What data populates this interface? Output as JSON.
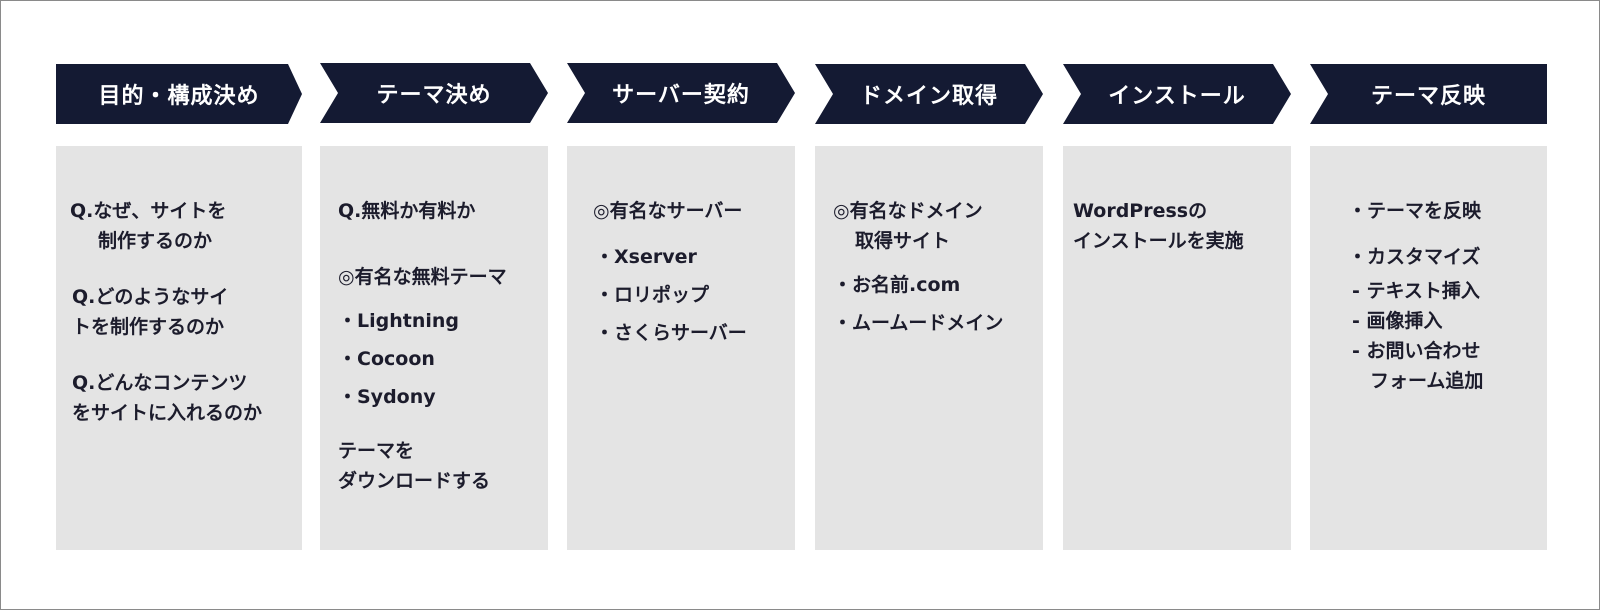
{
  "steps": [
    {
      "label": "目的・構成決め"
    },
    {
      "label": "テーマ決め"
    },
    {
      "label": "サーバー契約"
    },
    {
      "label": "ドメイン取得"
    },
    {
      "label": "インストール"
    },
    {
      "label": "テーマ反映"
    }
  ],
  "panels": [
    {
      "lines": [
        "Q.なぜ、サイトを",
        "制作するのか",
        "Q.どのようなサイ",
        "トを制作するのか",
        "Q.どんなコンテンツ",
        "をサイトに入れるのか"
      ]
    },
    {
      "lines": [
        "Q.無料か有料か",
        "◎有名な無料テーマ",
        "・Lightning",
        "・Cocoon",
        "・Sydony",
        "テーマを",
        "ダウンロードする"
      ]
    },
    {
      "lines": [
        "◎有名なサーバー",
        "・Xserver",
        "・ロリポップ",
        "・さくらサーバー"
      ]
    },
    {
      "lines": [
        "◎有名なドメイン",
        "取得サイト",
        "・お名前.com",
        "・ムームードメイン"
      ]
    },
    {
      "lines": [
        "WordPressの",
        "インストールを実施"
      ]
    },
    {
      "lines": [
        "・テーマを反映",
        "・カスタマイズ",
        "- テキスト挿入",
        "- 画像挿入",
        "- お問い合わせ",
        "フォーム追加"
      ]
    }
  ]
}
